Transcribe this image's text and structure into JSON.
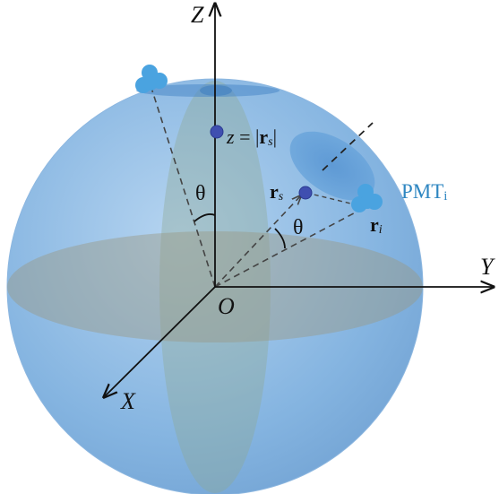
{
  "colors": {
    "sphere_fill": "#5b9bd5",
    "sphere_edge": "#7aa9d8",
    "plane_fill": "#8c9a7a",
    "pmt_color": "#4aa3e0",
    "point_color": "#3f51b5",
    "label_pmt_color": "#2e86c1",
    "axis_color": "#111111"
  },
  "labels": {
    "z_axis": "Z",
    "y_axis": "Y",
    "x_axis": "X",
    "origin": "O",
    "z_eq_z": "z",
    "z_eq_eq": " = |",
    "z_eq_r": "r",
    "z_eq_s": "s",
    "z_eq_close": "|",
    "theta_left": "θ",
    "theta_right": "θ",
    "rs_r": "r",
    "rs_s": "s",
    "ri_r": "r",
    "ri_i": "i",
    "pmt_main": "PMT",
    "pmt_sub": "i"
  },
  "icons": {
    "pmt_top": "pmt-icon",
    "pmt_right": "pmt-icon"
  }
}
